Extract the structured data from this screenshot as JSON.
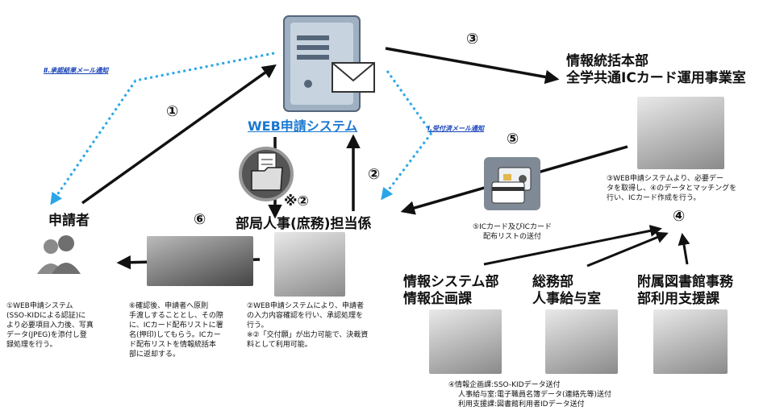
{
  "web_system": "WEB申請システム",
  "mail_notice_1": "Ⅰ.受付済メール通知",
  "mail_notice_2": "Ⅱ.承認結果メール通知",
  "center_office": {
    "line1": "情報統括本部",
    "line2": "全学共通ICカード運用事業室"
  },
  "applicant": "申請者",
  "dept_staff": "部局人事(庶務)担当係",
  "note2_marker": "※②",
  "steps": [
    "①",
    "②",
    "③",
    "④",
    "④",
    "⑤",
    "⑥"
  ],
  "step1_desc": [
    "①WEB申請システム",
    "(SSO-KIDによる認証)に",
    "より必要項目入力後、写真",
    "データ(JPEG)を添付し登",
    "録処理を行う。"
  ],
  "step2_desc": [
    "②WEB申請システムにより、申請者",
    "の入力内容確認を行い、承認処理を",
    "行う。",
    "※②「交付願」が出力可能で、決裁資",
    "料として利用可能。"
  ],
  "step3_desc": [
    "③WEB申請システムより、必要デー",
    "タを取得し、④のデータとマッチングを",
    "行い、ICカード作成を行う。"
  ],
  "step5_desc": [
    "⑤ICカード及びICカード",
    "配布リストの送付"
  ],
  "step6_desc": [
    "⑥確認後、申請者へ原則",
    "手渡しすることとし、その際",
    "に、ICカード配布リストに署",
    "名(押印)してもらう。ICカー",
    "ド配布リストを情報統括本",
    "部に返却する。"
  ],
  "dept_info": {
    "line1": "情報システム部",
    "line2": "情報企画課"
  },
  "dept_general": {
    "line1": "総務部",
    "line2": "人事給与室"
  },
  "dept_library": {
    "line1": "附属図書館事務",
    "line2": "部利用支援課"
  },
  "step4_desc": [
    "④情報企画課:SSO-KIDデータ送付",
    "人事給与室:電子職員名簿データ(連絡先等)送付",
    "利用支援課:図書館利用者IDデータ送付"
  ],
  "colors": {
    "arrow": "#111111",
    "dotted": "#2aa6e8",
    "link": "#1b78d0",
    "mail": "#1a44b8"
  },
  "icons": [
    "server-icon",
    "envelope-icon",
    "document-icon",
    "folder-icon",
    "ic-card-icon",
    "people-icon"
  ]
}
